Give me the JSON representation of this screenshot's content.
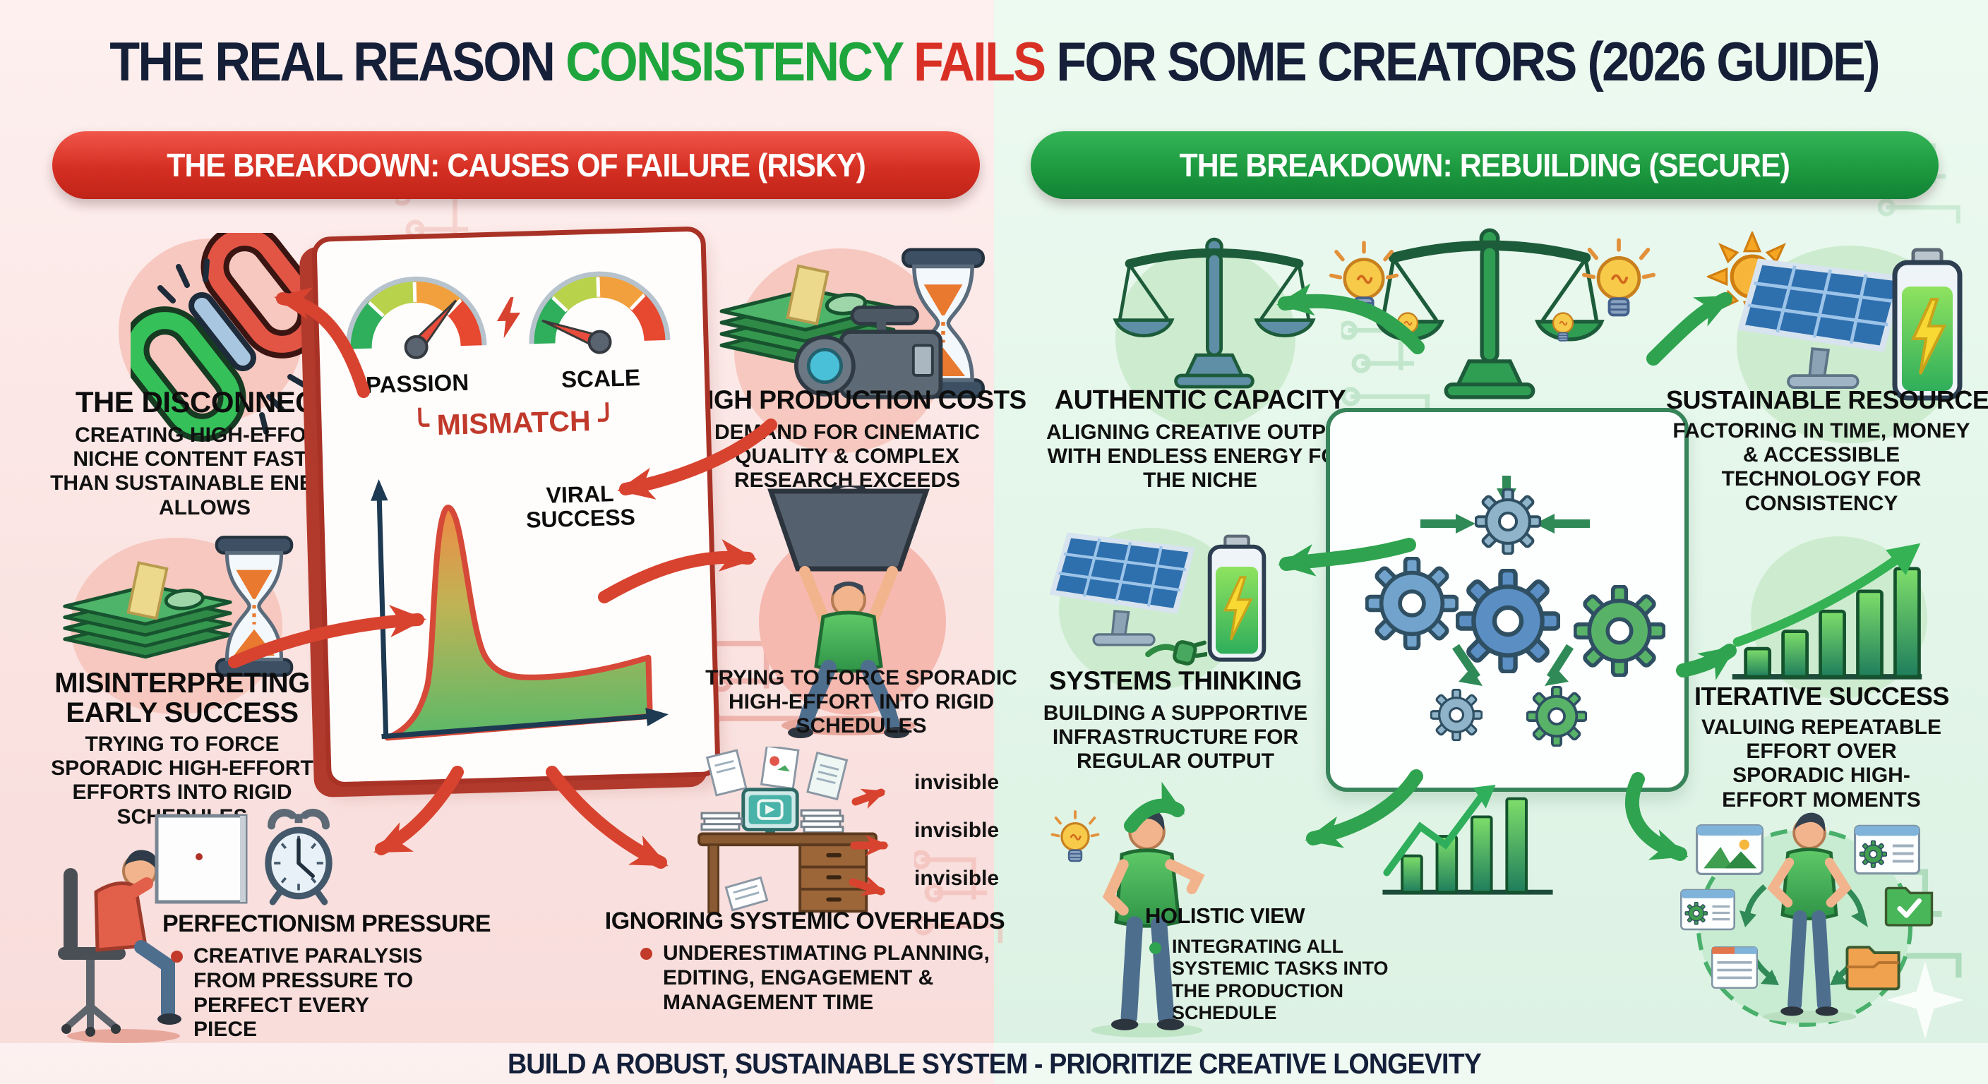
{
  "title": {
    "part1": "THE REAL REASON ",
    "consistency": "CONSISTENCY",
    "fails": " FAILS ",
    "part2": "FOR SOME CREATORS (2026 GUIDE)"
  },
  "banners": {
    "left": "THE BREAKDOWN: CAUSES OF FAILURE (RISKY)",
    "right": "THE BREAKDOWN: REBUILDING (SECURE)"
  },
  "footer": {
    "text": "BUILD A ROBUST, SUSTAINABLE SYSTEM - PRIORITIZE CREATIVE LONGEVITY"
  },
  "left_panel": {
    "disconnect": {
      "title": "THE DISCONNECT",
      "desc": "CREATING HIGH-EFFORT NICHE CONTENT FASTER THAN SUSTAINABLE ENERGY ALLOWS",
      "icon": "broken-chain-icon"
    },
    "production": {
      "title": "HIGH PRODUCTION COSTS",
      "desc": "DEMAND FOR CINEMATIC QUALITY & COMPLEX RESEARCH EXCEEDS RESOURCES",
      "icon": "money-camera-hourglass-icon"
    },
    "misinterpreting": {
      "title": "MISINTERPRETING EARLY SUCCESS",
      "desc": "TRYING TO FORCE SPORADIC HIGH-EFFORT EFFORTS INTO RIGID SCHEDULES",
      "icon": "money-hourglass-icon"
    },
    "force_schedules": {
      "desc": "TRYING TO FORCE SPORADIC HIGH-EFFORT INTO RIGID SCHEDULES",
      "icon": "weight-lifter-icon"
    },
    "perfectionism": {
      "title": "PERFECTIONISM PRESSURE",
      "desc": "CREATIVE PARALYSIS FROM PRESSURE TO PERFECT EVERY PIECE",
      "icon": "blank-canvas-alarm-clock-icon"
    },
    "overheads": {
      "title": "IGNORING SYSTEMIC OVERHEADS",
      "desc": "UNDERESTIMATING PLANNING, EDITING, ENGAGEMENT & MANAGEMENT TIME",
      "icon": "cluttered-desk-icon"
    },
    "mismatch_card": {
      "gauge_left_label": "PASSION",
      "gauge_right_label": "SCALE",
      "mismatch_label": "MISMATCH",
      "bracket_left": "╰",
      "bracket_right": "╯",
      "chart_label": "VIRAL SUCCESS",
      "icons": [
        "passion-gauge-icon",
        "scale-gauge-icon",
        "lightning-bolt-icon",
        "viral-spike-chart-icon"
      ]
    },
    "invisible_labels": [
      "invisible",
      "invisible",
      "invisible"
    ]
  },
  "right_panel": {
    "authentic": {
      "title": "AUTHENTIC CAPACITY",
      "desc": "ALIGNING CREATIVE OUTPUT WITH ENDLESS ENERGY FOR THE NICHE",
      "icon": "balance-scale-icon"
    },
    "sustainable": {
      "title": "SUSTAINABLE RESOURCES",
      "desc": "FACTORING IN TIME, MONEY & ACCESSIBLE TECHNOLOGY FOR CONSISTENCY",
      "icon": "sun-solar-panel-battery-icon"
    },
    "systems": {
      "title": "SYSTEMS THINKING",
      "desc": "BUILDING A SUPPORTIVE INFRASTRUCTURE FOR REGULAR OUTPUT",
      "icon": "solar-panel-battery-plug-icon"
    },
    "iterative": {
      "title": "ITERATIVE SUCCESS",
      "desc": "VALUING REPEATABLE EFFORT OVER SPORADIC HIGH-EFFORT MOMENTS",
      "icon": "growth-bars-arrow-icon"
    },
    "holistic": {
      "title": "HOLISTIC VIEW",
      "desc": "INTEGRATING ALL SYSTEMIC TASKS INTO THE PRODUCTION SCHEDULE",
      "icon": "presenter-lightbulb-chart-icon"
    },
    "center_icons": [
      "balance-scale-lightbulbs-icon",
      "gears-flow-icon",
      "workflow-ring-icon"
    ]
  },
  "colors": {
    "left_bg": "#fae3e1",
    "right_bg": "#e2f5e8",
    "red_accent": "#d52f22",
    "green_accent": "#1d9a40",
    "navy": "#151f38",
    "mismatch_red": "#c0392b",
    "title_green": "#1ea53c",
    "title_red": "#d93025"
  }
}
